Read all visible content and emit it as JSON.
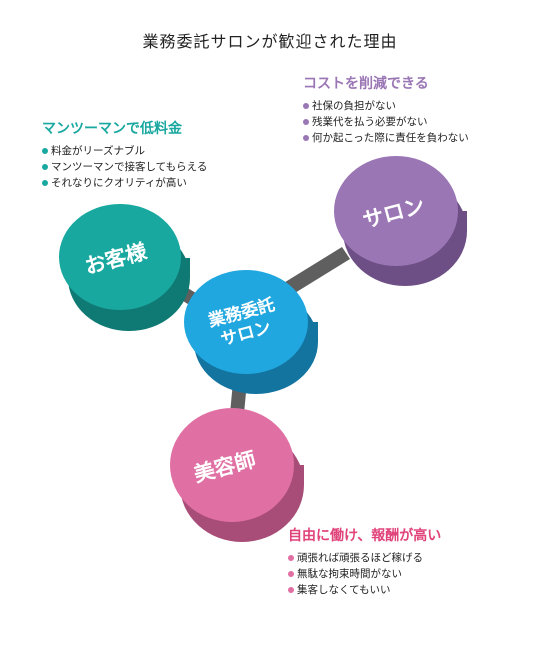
{
  "title": "業務委託サロンが歓迎された理由",
  "nodes": {
    "customer": {
      "label": "お客様",
      "top": "#19a8a0",
      "side": "#0f7a74"
    },
    "salon": {
      "label": "サロン",
      "top": "#9b76b5",
      "side": "#6d4f86"
    },
    "center": {
      "label_line1": "業務委託",
      "label_line2": "サロン",
      "top": "#21a7df",
      "side": "#1474a0"
    },
    "stylist": {
      "label": "美容師",
      "top": "#e070a4",
      "side": "#a84c78"
    }
  },
  "connector_color": "#5f5f5f",
  "customer_benefits": {
    "heading": "マンツーマンで低料金",
    "color": "#19a8a0",
    "items": [
      "料金がリーズナブル",
      "マンツーマンで接客してもらえる",
      "それなりにクオリティが高い"
    ]
  },
  "salon_benefits": {
    "heading": "コストを削減できる",
    "color": "#9b76b5",
    "items": [
      "社保の負担がない",
      "残業代を払う必要がない",
      "何か起こった際に責任を負わない"
    ]
  },
  "stylist_benefits": {
    "heading": "自由に働け、報酬が高い",
    "color": "#e0447a",
    "dot_color": "#e070a4",
    "items": [
      "頑張れば頑張るほど稼げる",
      "無駄な拘束時間がない",
      "集客しなくてもいい"
    ]
  }
}
